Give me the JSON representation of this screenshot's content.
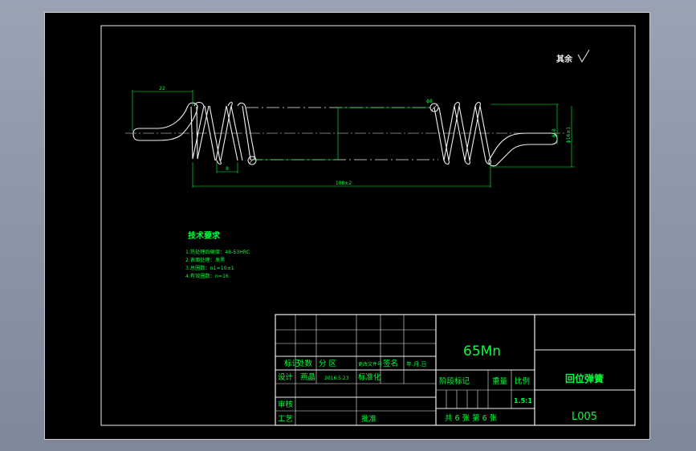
{
  "surface_note": {
    "value": "其余"
  },
  "dimensions": {
    "left_length": "22",
    "pitch": "8",
    "total_length": "108±2",
    "diameter": "ϕ18",
    "outer_diameter": "ϕ16±1",
    "callout_small": "ϕ8"
  },
  "tech": {
    "title": "技术要求",
    "items": [
      "1.热处理后硬度：48-53HRC",
      "2.表面处理：发黑",
      "3.总圈数：n1=10±1",
      "4.有效圈数：n=16"
    ]
  },
  "title_block": {
    "material": "65Mn",
    "part_name": "回位弹簧",
    "drawing_no": "L005",
    "rev_headers": [
      "标记",
      "处数",
      "分 区",
      "更改文件号",
      "签名",
      "年.月.日"
    ],
    "design_label": "设计",
    "designer": "燕晶",
    "date": "2016.5.23",
    "standard_label": "标准化",
    "review_label": "审核",
    "process_label": "工艺",
    "approve_label": "批准",
    "stage_label": "阶段标记",
    "weight_label": "重量",
    "scale_label": "比例",
    "scale": "1.5:1",
    "sheets": "共 6  张  第 6  张"
  }
}
